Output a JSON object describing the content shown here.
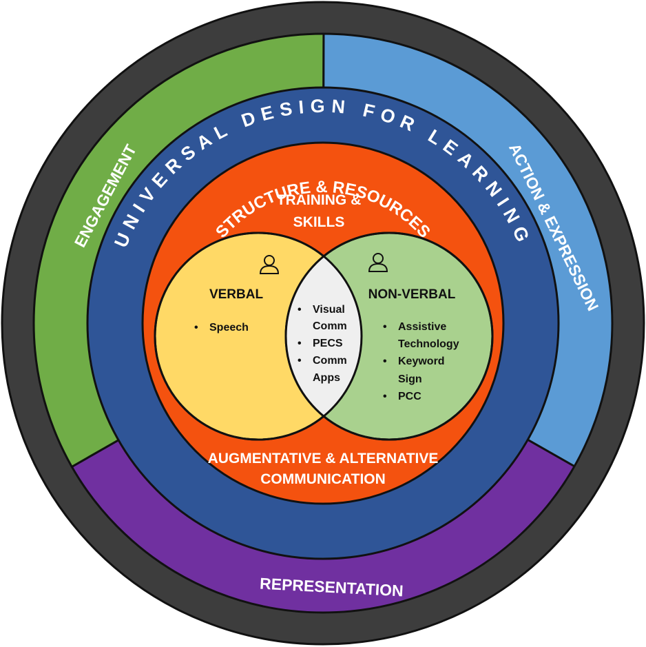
{
  "title": "UNIVERSAL DESIGN FOR LEARNING",
  "udl_sections": {
    "engagement": "ENGAGEMENT",
    "action_expression": "ACTION & EXPRESSION",
    "representation": "REPRESENTATION"
  },
  "structure_ring": "STRUCTURE & RESOURCES",
  "training": {
    "line1": "TRAINING &",
    "line2": "SKILLS"
  },
  "aac": {
    "line1": "AUGMENTATIVE & ALTERNATIVE",
    "line2": "COMMUNICATION"
  },
  "verbal": {
    "title": "VERBAL",
    "items": [
      "Speech"
    ]
  },
  "overlap": {
    "lines": [
      "Visual",
      "Comm",
      "PECS",
      "Comm",
      "Apps"
    ]
  },
  "nonverbal": {
    "title": "NON-VERBAL",
    "lines": [
      "Assistive",
      "Technology",
      "Keyword",
      "Sign",
      "PCC"
    ]
  },
  "colors": {
    "outer_ring": "#3d3d3d",
    "engagement": "#70ad47",
    "action_expression": "#5b9bd5",
    "representation": "#7030a0",
    "structure": "#2f5597",
    "training": "#f4520f",
    "verbal": "#ffd966",
    "nonverbal": "#a9d18e",
    "overlap": "#efefef"
  },
  "icons": {
    "person": "person-icon"
  }
}
